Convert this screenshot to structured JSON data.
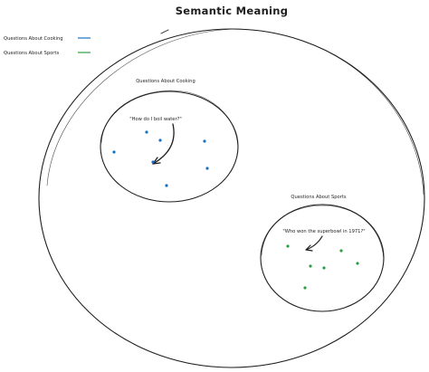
{
  "diagram": {
    "title": "Semantic Meaning",
    "legend": [
      {
        "label": "Questions About Cooking",
        "color": "#1971c2"
      },
      {
        "label": "Questions About Sports",
        "color": "#2f9e44"
      }
    ],
    "clusters": [
      {
        "label": "Questions About Cooking",
        "color": "#1971c2",
        "query": "\"How do I boil water?\"",
        "point_count": 7
      },
      {
        "label": "Questions About Sports",
        "color": "#2f9e44",
        "query": "\"Who won the superbowl in 1971?\"",
        "point_count": 6
      }
    ]
  }
}
